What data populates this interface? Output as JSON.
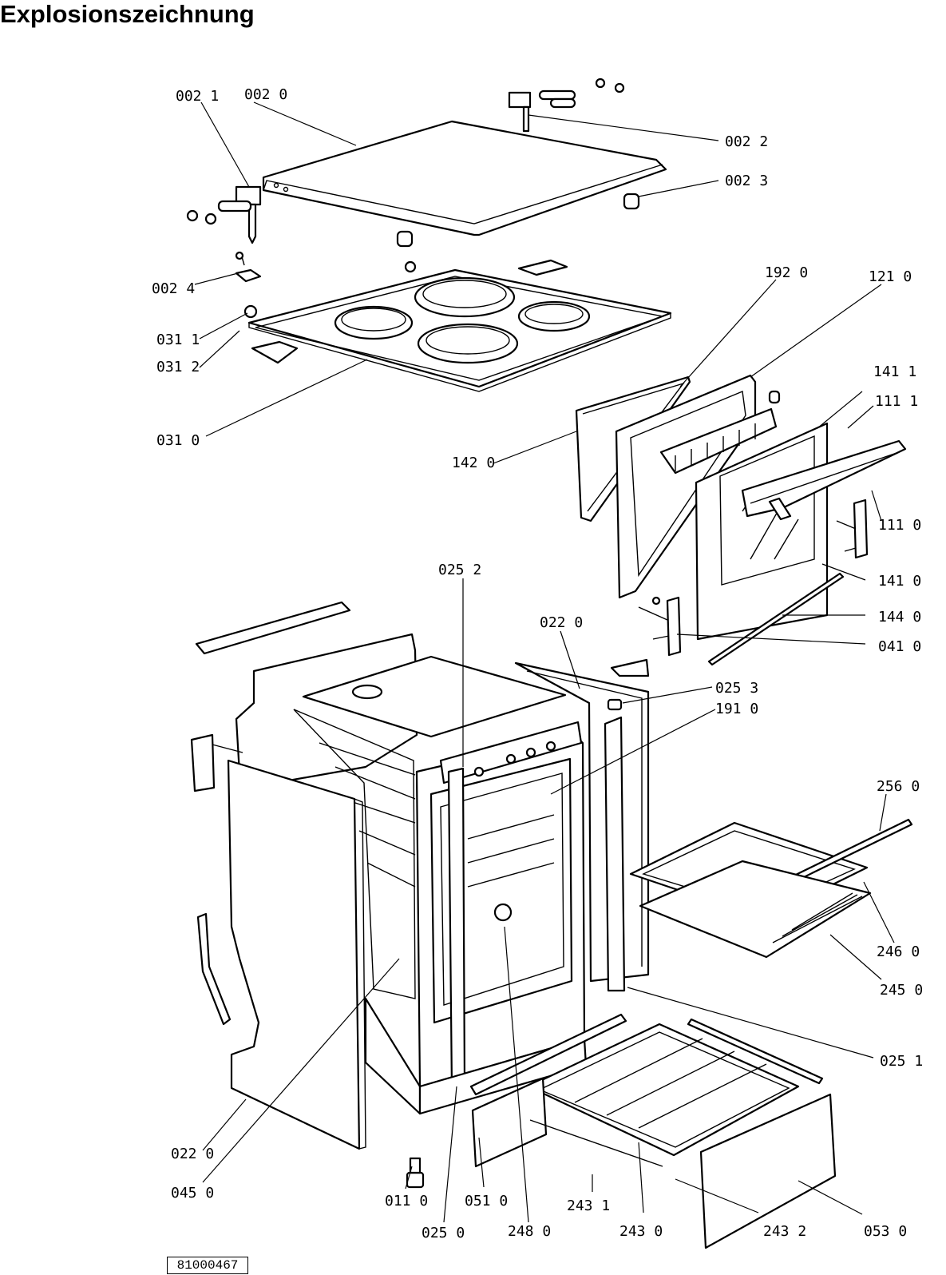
{
  "title": "Explosionszeichnung",
  "document_number": "81000467",
  "labels": {
    "p0021": "002 1",
    "p0020": "002 0",
    "p0022": "002 2",
    "p0023": "002 3",
    "p0024": "002 4",
    "p0311": "031 1",
    "p0312": "031 2",
    "p0310": "031 0",
    "p1920": "192 0",
    "p1210": "121 0",
    "p1411": "141 1",
    "p1111": "111 1",
    "p1420": "142 0",
    "p1110": "111 0",
    "p1410": "141 0",
    "p1440": "144 0",
    "p0410": "041 0",
    "p0252": "025 2",
    "p0220a": "022 0",
    "p0253": "025 3",
    "p1910": "191 0",
    "p2560": "256 0",
    "p2460": "246 0",
    "p2450": "245 0",
    "p0251": "025 1",
    "p0220b": "022 0",
    "p0450": "045 0",
    "p0110": "011 0",
    "p0510": "051 0",
    "p2431": "243 1",
    "p2432": "243 2",
    "p0530": "053 0",
    "p0250": "025 0",
    "p2480": "248 0",
    "p2430": "243 0"
  }
}
